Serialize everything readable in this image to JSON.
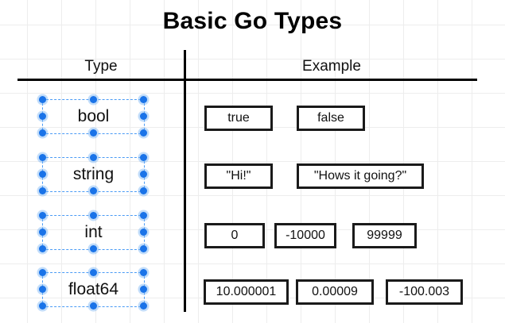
{
  "slide": {
    "title": "Basic Go Types",
    "accent_color": "#1a73e8",
    "selection_border_color": "#4a9bf5",
    "rule_color": "#000000",
    "box_border_color": "#1a1a1a",
    "background_color": "#ffffff",
    "grid_color": "#ededed"
  },
  "table": {
    "headers": {
      "type": "Type",
      "example": "Example"
    },
    "rows": [
      {
        "type": "bool",
        "selected": true,
        "examples": [
          "true",
          "false"
        ]
      },
      {
        "type": "string",
        "selected": true,
        "examples": [
          "\"Hi!\"",
          "\"Hows it going?\""
        ]
      },
      {
        "type": "int",
        "selected": true,
        "examples": [
          "0",
          "-10000",
          "99999"
        ]
      },
      {
        "type": "float64",
        "selected": true,
        "examples": [
          "10.000001",
          "0.00009",
          "-100.003"
        ]
      }
    ]
  }
}
